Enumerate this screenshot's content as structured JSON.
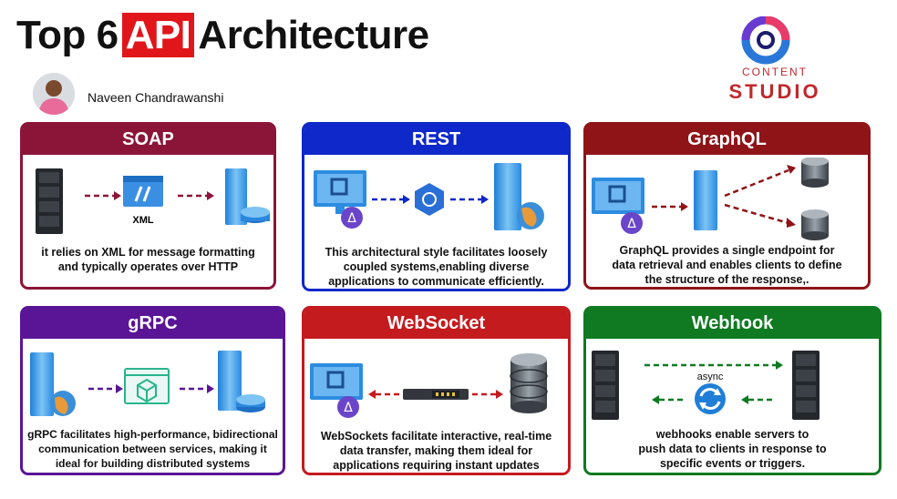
{
  "title": {
    "before": "Top 6",
    "highlight": "API",
    "after": "Architecture"
  },
  "author": "Naveen Chandrawanshi",
  "logo": {
    "line1": "CONTENT",
    "line2": "STUDIO"
  },
  "cards": [
    {
      "name": "SOAP",
      "label": "XML",
      "description": [
        "it relies on XML for message formatting",
        "and typically operates over HTTP"
      ]
    },
    {
      "name": "REST",
      "description": [
        "This architectural style facilitates loosely",
        "coupled systems,enabling diverse",
        "applications to communicate efficiently."
      ]
    },
    {
      "name": "GraphQL",
      "description": [
        "GraphQL provides a single endpoint for",
        "data retrieval and enables clients to define",
        "the structure of the response,."
      ]
    },
    {
      "name": "gRPC",
      "description": [
        "gRPC facilitates high-performance, bidirectional",
        "communication between services, making it",
        "ideal for building distributed systems"
      ]
    },
    {
      "name": "WebSocket",
      "description": [
        "WebSockets facilitate interactive, real-time",
        "data transfer, making them ideal for",
        "applications requiring instant updates"
      ]
    },
    {
      "name": "Webhook",
      "label": "async",
      "description": [
        "webhooks enable servers to",
        "push data to clients in response to",
        "specific events or triggers."
      ]
    }
  ],
  "colors": {
    "soap": "#8b1538",
    "rest": "#0f28c9",
    "graphql": "#8e1418",
    "grpc": "#5a1596",
    "websocket": "#c41b1f",
    "webhook": "#0f7a21",
    "accent": "#e0161b"
  }
}
